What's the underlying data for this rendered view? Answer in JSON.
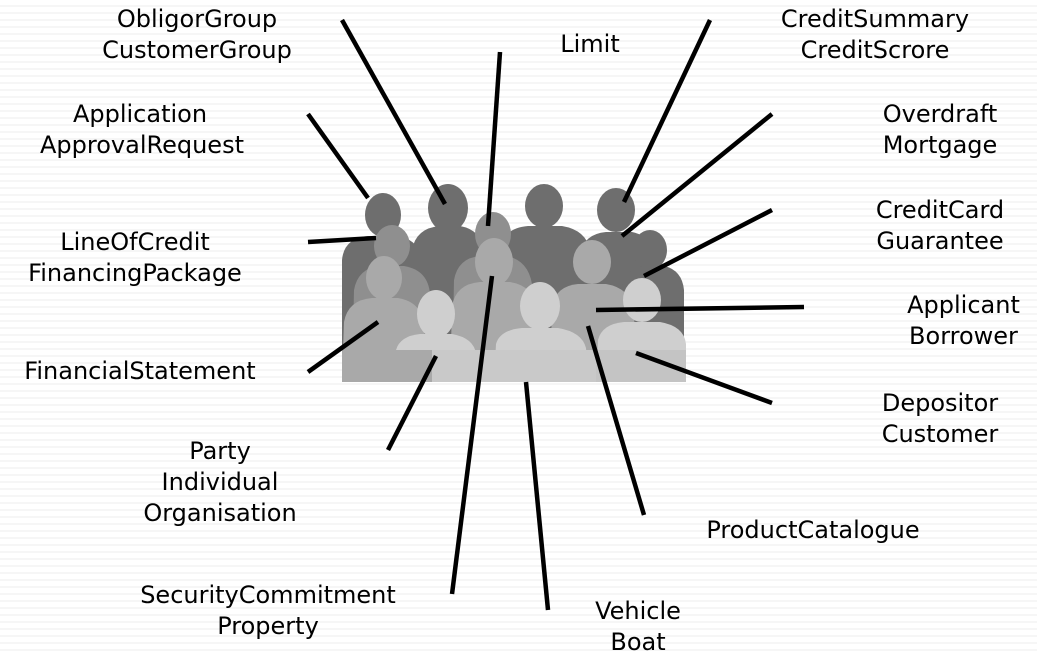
{
  "diagram": {
    "labels": {
      "obligor": {
        "lines": [
          "ObligorGroup",
          "CustomerGroup"
        ]
      },
      "limit": {
        "lines": [
          "Limit"
        ]
      },
      "credit_summary": {
        "lines": [
          "CreditSummary",
          "CreditScrore"
        ]
      },
      "application": {
        "lines": [
          "Application",
          "ApprovalRequest"
        ]
      },
      "overdraft": {
        "lines": [
          "Overdraft",
          "Mortgage"
        ]
      },
      "line_of_credit": {
        "lines": [
          "LineOfCredit",
          "FinancingPackage"
        ]
      },
      "credit_card": {
        "lines": [
          "CreditCard",
          "Guarantee"
        ]
      },
      "applicant": {
        "lines": [
          "Applicant",
          "Borrower"
        ]
      },
      "financial_statement": {
        "lines": [
          "FinancialStatement"
        ]
      },
      "depositor": {
        "lines": [
          "Depositor",
          "Customer"
        ]
      },
      "party": {
        "lines": [
          "Party",
          "Individual",
          "Organisation"
        ]
      },
      "product_catalogue": {
        "lines": [
          "ProductCatalogue"
        ]
      },
      "security": {
        "lines": [
          "SecurityCommitment",
          "Property"
        ]
      },
      "vehicle": {
        "lines": [
          "Vehicle",
          "Boat"
        ]
      }
    },
    "crowd_image": {
      "icon": "people-crowd-icon"
    },
    "colors": {
      "leader_line": "#000000",
      "crowd_back": "#6e6e6e",
      "crowd_mid": "#9a9a9a",
      "crowd_front": "#cfcfcf"
    }
  }
}
